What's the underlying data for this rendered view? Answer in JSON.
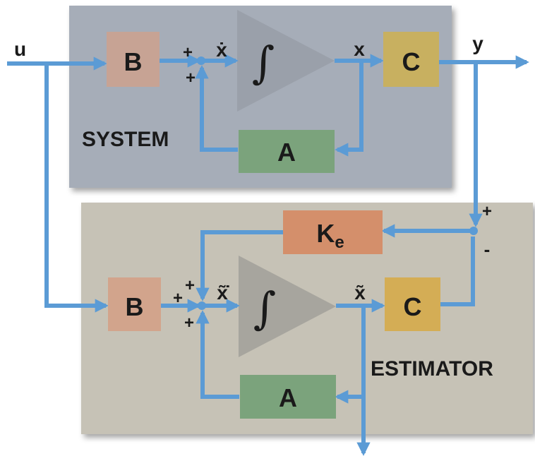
{
  "system": {
    "title": "SYSTEM",
    "blocks": {
      "input_gain": "B",
      "output_gain": "C",
      "feedback": "A"
    },
    "signals": {
      "input": "u",
      "state_dot": "ẋ",
      "state": "x",
      "output": "y"
    },
    "sum_signs": {
      "top": "+",
      "bottom": "+"
    }
  },
  "estimator": {
    "title": "ESTIMATOR",
    "blocks": {
      "input_gain": "B",
      "output_gain": "C",
      "feedback": "A",
      "observer_gain": "K",
      "observer_gain_sub": "e"
    },
    "signals": {
      "state_dot": "x̃̇",
      "state": "x̃"
    },
    "sum_signs": {
      "left": "+",
      "top": "+",
      "bottom": "+"
    },
    "error_signs": {
      "plus": "+",
      "minus": "-"
    }
  },
  "integrator_symbol": "∫",
  "colors": {
    "wire": "#5b9bd5",
    "system_panel": "#a6adb8",
    "estimator_panel": "#c6c2b6",
    "block_b": "#c7a394",
    "block_c": "#c8b060",
    "block_a": "#7ba37c",
    "block_ke": "#d48f6b",
    "integrator": "#9aa0aa"
  }
}
